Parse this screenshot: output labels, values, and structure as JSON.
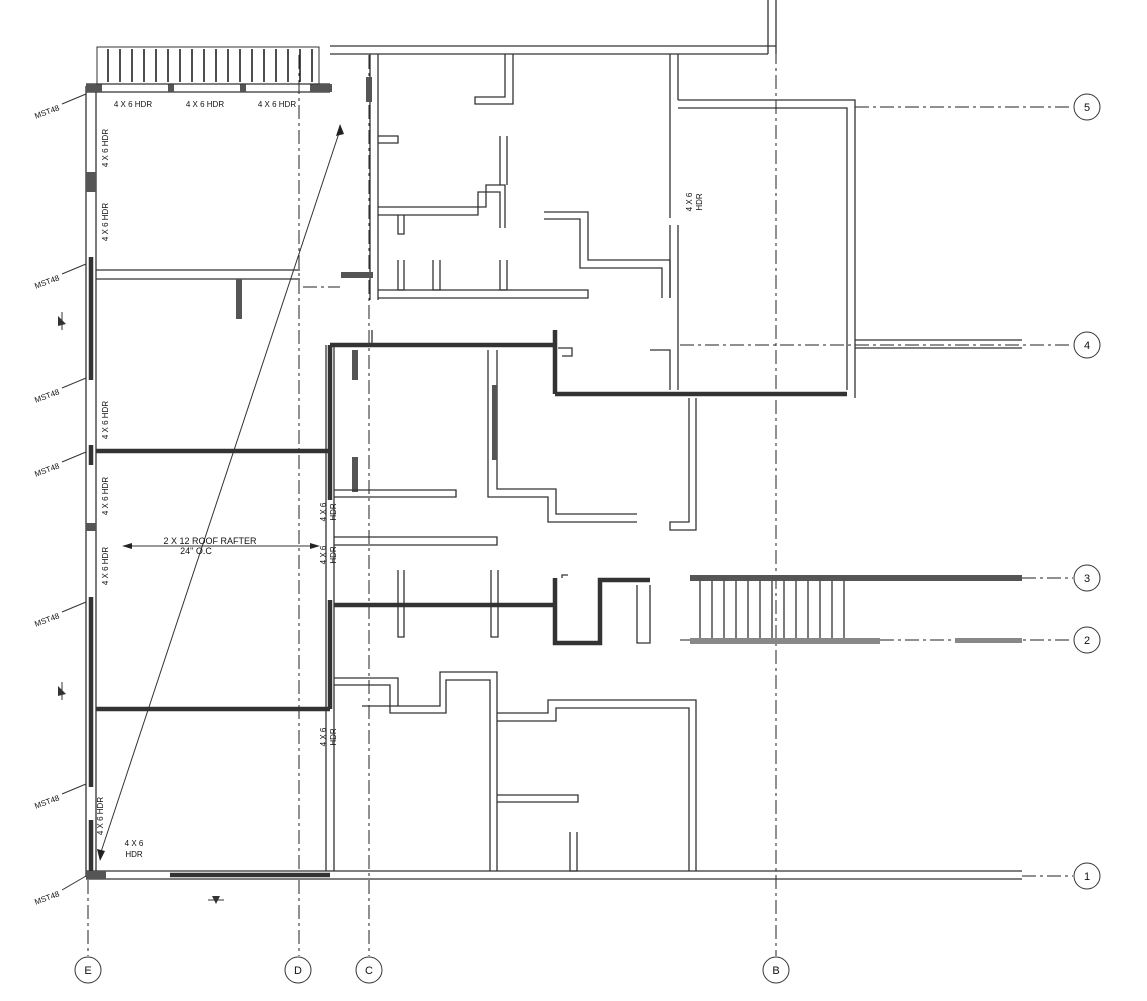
{
  "grid_bubbles": {
    "rows": [
      "5",
      "4",
      "3",
      "2",
      "1"
    ],
    "cols": [
      "E",
      "D",
      "C",
      "B"
    ]
  },
  "callouts": {
    "msta": "MST48",
    "hdr_4x6": "4 X 6 HDR",
    "hdr_4x6_stack_a": "4 X 6",
    "hdr_4x6_stack_b": "HDR",
    "rafter_line1": "2 X 12 ROOF RAFTER",
    "rafter_line2": "24\" O.C"
  },
  "colors": {
    "linework": "#333333",
    "background": "#ffffff"
  }
}
